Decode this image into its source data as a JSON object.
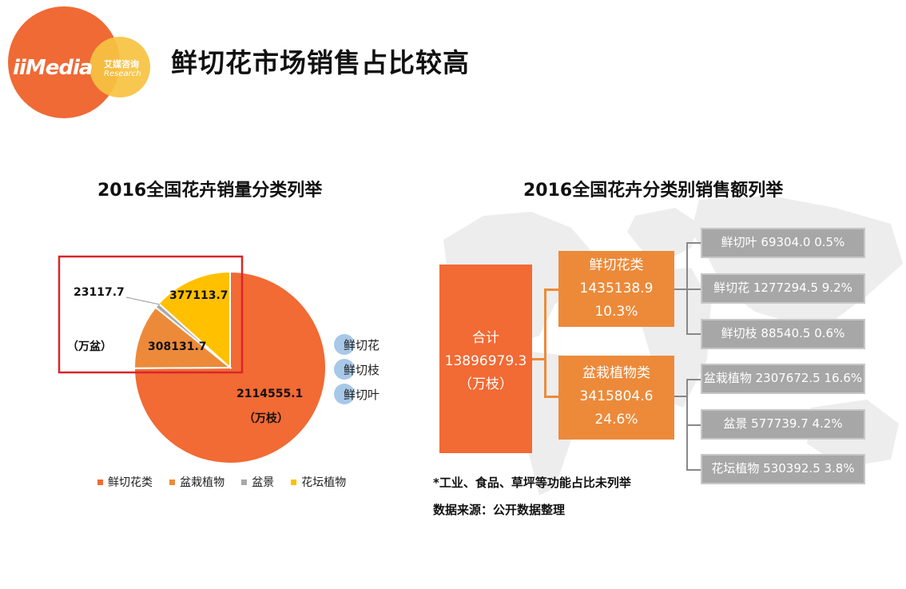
{
  "logo": {
    "brand": "iiMedia",
    "brand_cn": "艾媒咨询",
    "brand_en": "Research"
  },
  "page_title": "鲜切花市场销售占比较高",
  "colors": {
    "fresh": "#f26a34",
    "potted": "#ec8a3a",
    "bonsai": "#a9a9a9",
    "flowerbed": "#ffc000",
    "highlight": "#d9262b",
    "leaf_box": "#a7a7a7",
    "bubble": "#a8c8e8"
  },
  "chart_data": [
    {
      "type": "pie",
      "title": "2016全国花卉销量分类列举",
      "categories": [
        "鲜切花类",
        "盆栽植物",
        "盆景",
        "花坛植物"
      ],
      "values": [
        2114555.1,
        308131.7,
        23117.7,
        377113.7
      ],
      "value_labels": [
        "2114555.1",
        "308131.7",
        "23117.7",
        "377113.7"
      ],
      "units": [
        {
          "text": "（万枝）",
          "category": "鲜切花类"
        },
        {
          "text": "（万盆）",
          "category": "盆栽植物、盆景、花坛植物"
        }
      ],
      "subcategory_labels": [
        "鲜切花",
        "鲜切枝",
        "鲜切叶"
      ],
      "legend": {
        "placement": "bottom"
      }
    },
    {
      "type": "table",
      "title": "2016全国花卉分类别销售额列举",
      "total": {
        "label": "合计",
        "value": "13896979.3",
        "unit": "（万枝）"
      },
      "groups": [
        {
          "name": "鲜切花类",
          "value": "1435138.9",
          "share": "10.3%",
          "items": [
            {
              "text": "鲜切叶 69304.0  0.5%"
            },
            {
              "text": "鲜切花 1277294.5  9.2%"
            },
            {
              "text": "鲜切枝 88540.5  0.6%"
            }
          ]
        },
        {
          "name": "盆栽植物类",
          "value": "3415804.6",
          "share": "24.6%",
          "items": [
            {
              "text": "盆栽植物 2307672.5  16.6%"
            },
            {
              "text": "盆景 577739.7  4.2%"
            },
            {
              "text": "花坛植物 530392.5 3.8%"
            }
          ]
        }
      ]
    }
  ],
  "notes": {
    "footnote": "*工业、食品、草坪等功能占比未列举",
    "source": "数据来源：公开数据整理"
  }
}
